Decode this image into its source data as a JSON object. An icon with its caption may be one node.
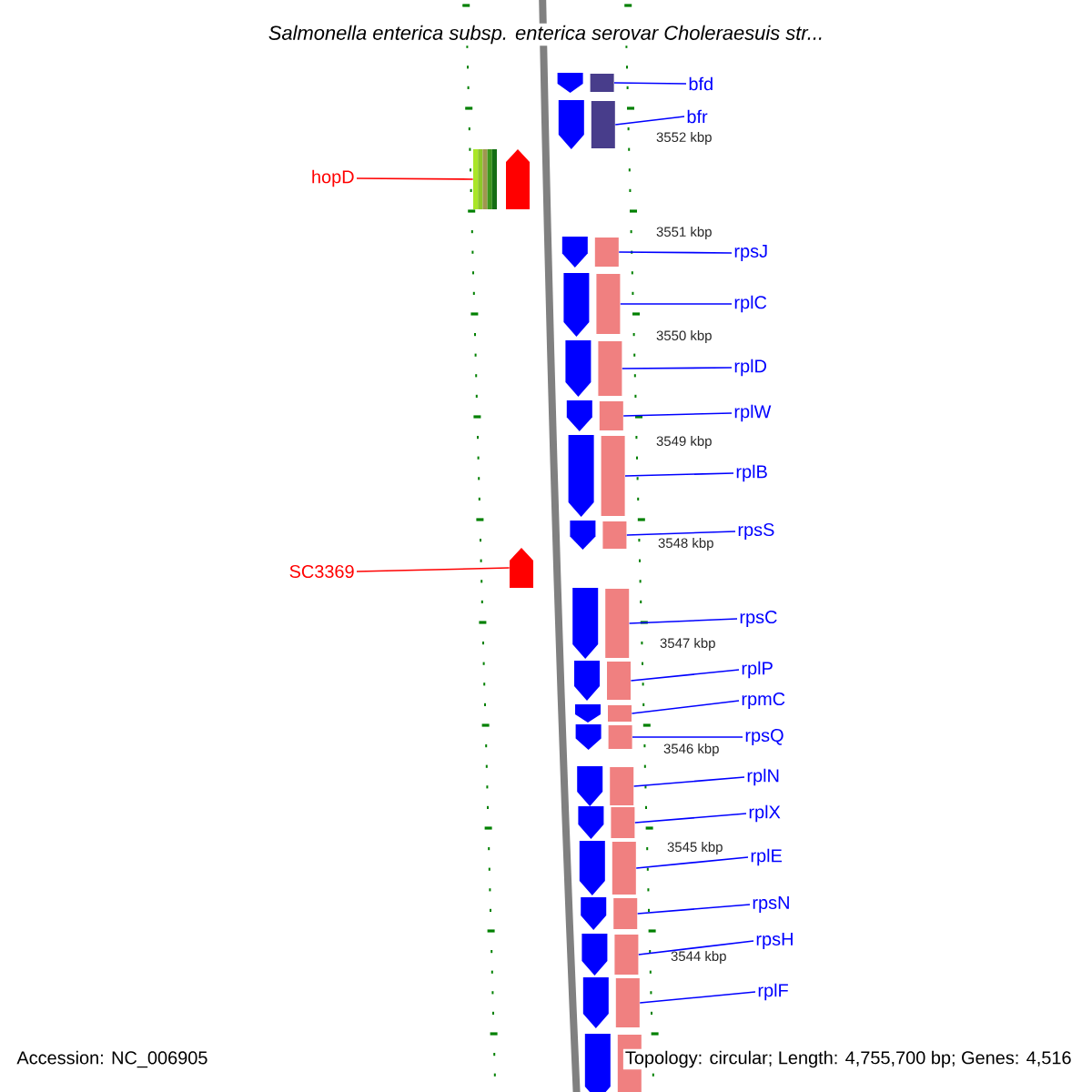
{
  "diagram": {
    "title": "Salmonella enterica subsp. enterica serovar Choleraesuis str...",
    "nodes": [
      {
        "text": [
          "bfd"
        ]
      },
      {
        "text": [
          "bfr"
        ]
      },
      {
        "text": [
          "hopD"
        ]
      },
      {
        "text": [
          "rpsJ"
        ]
      },
      {
        "text": [
          "rplC"
        ]
      },
      {
        "text": [
          "rplD"
        ]
      },
      {
        "text": [
          "rplW"
        ]
      },
      {
        "text": [
          "rplB"
        ]
      },
      {
        "text": [
          "rpsS"
        ]
      },
      {
        "text": [
          "SC3369"
        ]
      },
      {
        "text": [
          "rpsC"
        ]
      },
      {
        "text": [
          "rplP"
        ]
      },
      {
        "text": [
          "rpmC"
        ]
      },
      {
        "text": [
          "rpsQ"
        ]
      },
      {
        "text": [
          "rplN"
        ]
      },
      {
        "text": [
          "rplX"
        ]
      },
      {
        "text": [
          "rplE"
        ]
      },
      {
        "text": [
          "rpsN"
        ]
      },
      {
        "text": [
          "rpsH"
        ]
      },
      {
        "text": [
          "rplF"
        ]
      },
      {
        "text": [],
        "shape": "bar"
      },
      {
        "text": [],
        "shape": "bar"
      },
      {
        "text": [],
        "shape": "bar"
      },
      {
        "text": [],
        "shape": "bar"
      },
      {
        "text": [],
        "shape": "bar"
      },
      {
        "text": [],
        "shape": "bar"
      },
      {
        "text": [],
        "shape": "bar"
      },
      {
        "text": [],
        "shape": "bar"
      },
      {
        "text": [],
        "shape": "bar"
      },
      {
        "text": [],
        "shape": "arrow"
      },
      {
        "text": [],
        "shape": "bar"
      },
      {
        "text": [],
        "shape": "bar"
      },
      {
        "text": [],
        "shape": "bar"
      },
      {
        "text": [],
        "shape": "bar"
      },
      {
        "text": [],
        "shape": "bar"
      },
      {
        "text": [],
        "shape": "bar"
      },
      {
        "text": [],
        "shape": "bar"
      },
      {
        "text": [],
        "shape": "bar"
      },
      {
        "text": [],
        "shape": "bar"
      },
      {
        "text": [],
        "shape": "bar"
      },
      {
        "text": [],
        "shape": "bar"
      }
    ],
    "edges": [
      {
        "from": 0,
        "to": 20,
        "arrow": "none"
      },
      {
        "from": 1,
        "to": 21,
        "arrow": "none"
      },
      {
        "from": 2,
        "to": 22,
        "arrow": "none",
        "color": "#ff0000"
      },
      {
        "from": 3,
        "to": 23,
        "arrow": "none"
      },
      {
        "from": 4,
        "to": 24,
        "arrow": "none"
      },
      {
        "from": 5,
        "to": 25,
        "arrow": "none"
      },
      {
        "from": 6,
        "to": 26,
        "arrow": "none"
      },
      {
        "from": 7,
        "to": 27,
        "arrow": "none"
      },
      {
        "from": 8,
        "to": 28,
        "arrow": "none"
      },
      {
        "from": 9,
        "to": 29,
        "arrow": "none",
        "color": "#ff0000"
      },
      {
        "from": 10,
        "to": 30,
        "arrow": "none"
      },
      {
        "from": 11,
        "to": 31,
        "arrow": "none"
      },
      {
        "from": 12,
        "to": 32,
        "arrow": "none"
      },
      {
        "from": 13,
        "to": 33,
        "arrow": "none"
      },
      {
        "from": 14,
        "to": 34,
        "arrow": "none"
      },
      {
        "from": 15,
        "to": 35,
        "arrow": "none"
      },
      {
        "from": 16,
        "to": 36,
        "arrow": "none"
      },
      {
        "from": 17,
        "to": 37,
        "arrow": "none"
      },
      {
        "from": 18,
        "to": 38,
        "arrow": "none"
      },
      {
        "from": 19,
        "to": 39,
        "arrow": "none"
      }
    ],
    "labels": [
      "3552 kbp",
      "3551 kbp",
      "3550 kbp",
      "3549 kbp",
      "3548 kbp",
      "3547 kbp",
      "3546 kbp",
      "3545 kbp",
      "3544 kbp",
      "Accession: NC_006905",
      "Topology: circular; Length: 4,755,700 bp; Genes: 4,516"
    ]
  }
}
